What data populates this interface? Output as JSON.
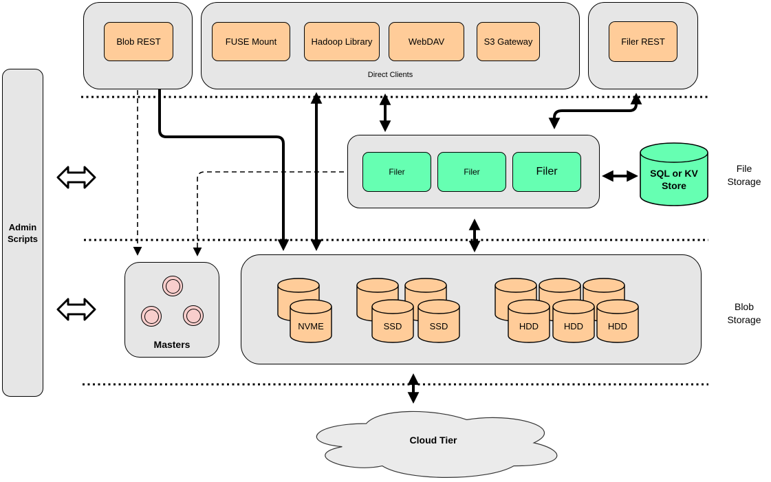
{
  "colors": {
    "orange": "#ffcc99",
    "green": "#66ffb2",
    "grey": "#e6e6e6",
    "pink": "#f8cecc",
    "line": "#000000"
  },
  "admin_scripts": {
    "label": "Admin\nScripts"
  },
  "top": {
    "blob_rest": "Blob REST",
    "direct_clients": {
      "title": "Direct Clients",
      "clients": [
        "FUSE Mount",
        "Hadoop Library",
        "WebDAV",
        "S3 Gateway"
      ]
    },
    "filer_rest": "Filer REST"
  },
  "file_storage": {
    "layer_label": "File\nStorage",
    "filers": [
      "Filer",
      "Filer",
      "Filer"
    ],
    "metadata_store": "SQL or KV\nStore"
  },
  "masters": {
    "label": "Masters"
  },
  "blob_storage": {
    "layer_label": "Blob\nStorage",
    "nvme": [
      "NVME"
    ],
    "ssd": [
      "SSD",
      "SSD"
    ],
    "hdd": [
      "HDD",
      "HDD",
      "HDD"
    ]
  },
  "cloud": {
    "label": "Cloud Tier"
  }
}
